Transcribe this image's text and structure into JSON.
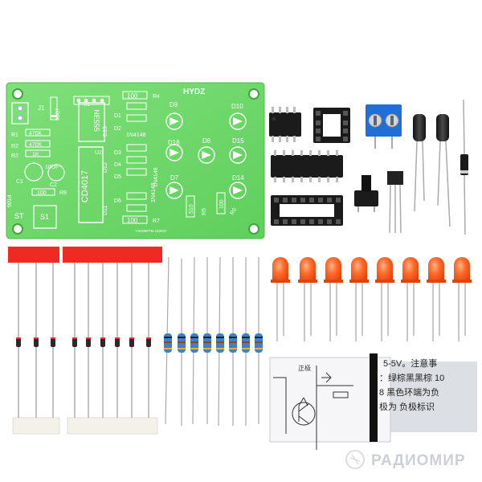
{
  "pcb": {
    "brand": "HYDZ",
    "labels": {
      "j1": "J1",
      "diode": "4007",
      "ne555": "NE555",
      "cd4017": "CD4017",
      "u1": "U1",
      "u2": "U2",
      "r4": "R4",
      "r4_val": "100",
      "r7": "R7",
      "r7_val": "100",
      "r5": "R5",
      "r5_val": "510",
      "r6": "R6",
      "r6_val": "100",
      "r1": "R1",
      "r1_val": "470K",
      "r2": "R2",
      "r2_val": "470K",
      "r3": "R3",
      "r3_val": "1K",
      "cap": "10UF",
      "c1": "C1",
      "c2": "C2",
      "r8": "R8",
      "r8_val": "100",
      "n9014": "9014",
      "st": "ST",
      "s1": "S1",
      "d9": "D9",
      "d10": "D10",
      "d16": "D16",
      "d8": "D8",
      "d15": "D15",
      "d7": "D7",
      "d14": "D14",
      "d13": "D13",
      "d12": "D12",
      "d11": "D11",
      "d1": "D1",
      "d2": "D2",
      "d3": "D3",
      "d4": "D4",
      "d5": "D5",
      "d6": "D6",
      "in4148a": "1N4148",
      "in4148b": "1N4148",
      "in4148c": "1N4148",
      "serial": "THH96PTB-100027"
    }
  },
  "manual": {
    "line1": "5-5V。注意事",
    "line2": "：绿棕黑黑棕 10",
    "line3": "8 黑色环端为负",
    "line4": "极为 负极标识",
    "sw_label": "正极"
  },
  "watermark": {
    "text": "РАДИОМИР"
  },
  "colors": {
    "pcb": "#6fd86a",
    "led": "#ff5a1e",
    "led_tape": "#ee2a22",
    "terminal": "#1f6fd6",
    "ic": "#1b1b1b",
    "resistor_body": "#3f7fd0"
  }
}
